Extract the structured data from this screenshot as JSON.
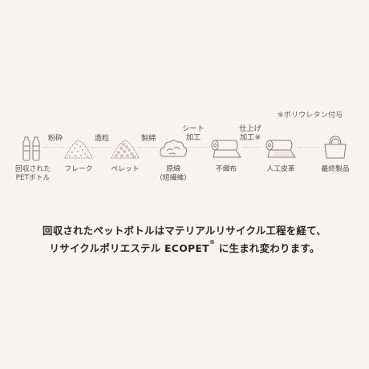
{
  "note": "※ポリウレタン付与",
  "process": {
    "steps": [
      "粉砕",
      "造粒",
      "製綿",
      [
        "シート",
        "加工"
      ],
      [
        "仕上げ",
        "加工※"
      ]
    ],
    "items": [
      {
        "icon": "pet-bottles-icon",
        "label": [
          "回収された",
          "PETボトル"
        ]
      },
      {
        "icon": "flakes-icon",
        "label": [
          "フレーク"
        ]
      },
      {
        "icon": "pellets-icon",
        "label": [
          "ペレット"
        ]
      },
      {
        "icon": "raw-cotton-icon",
        "label": [
          "原綿",
          "(短繊維)"
        ]
      },
      {
        "icon": "nonwoven-roll-icon",
        "label": [
          "不織布"
        ]
      },
      {
        "icon": "synthetic-leather-roll-icon",
        "label": [
          "人工皮革"
        ]
      },
      {
        "icon": "tote-bag-icon",
        "label": [
          "最終製品"
        ]
      }
    ]
  },
  "headline": {
    "line1": "回収されたペットボトルはマテリアルリサイクル工程を経て、",
    "line2_prefix": "リサイクルポリエステル ECOPET",
    "line2_reg": "®",
    "line2_suffix": " に生まれ変わります。"
  },
  "colors": {
    "background": "#f7f4ef",
    "text": "#5b4a3e",
    "headline": "#2f241e",
    "icon_stroke": "#8a7b70"
  }
}
